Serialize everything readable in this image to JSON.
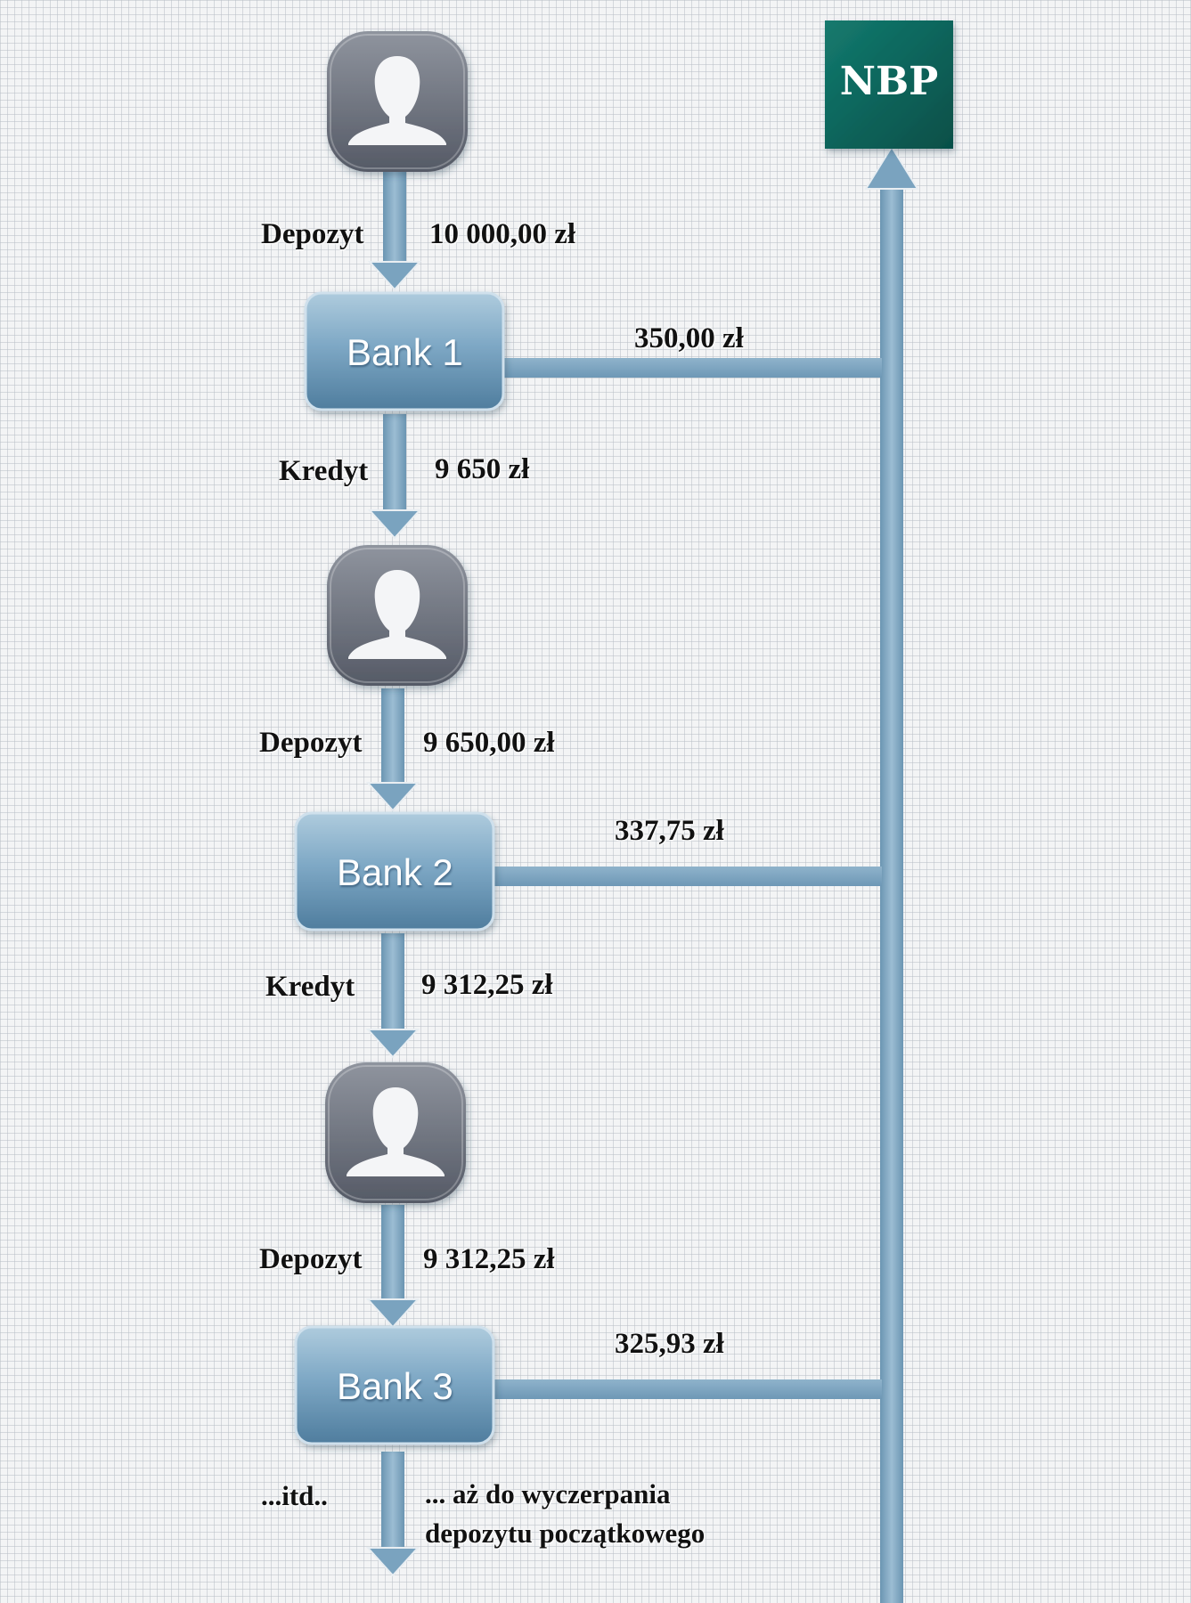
{
  "nbp": {
    "label": "NBP"
  },
  "nodes": [
    {
      "id": "person-1",
      "type": "person"
    },
    {
      "id": "bank-1",
      "type": "bank",
      "label": "Bank 1"
    },
    {
      "id": "person-2",
      "type": "person"
    },
    {
      "id": "bank-2",
      "type": "bank",
      "label": "Bank 2"
    },
    {
      "id": "person-3",
      "type": "person"
    },
    {
      "id": "bank-3",
      "type": "bank",
      "label": "Bank 3"
    }
  ],
  "flows": [
    {
      "kind": "Depozyt",
      "amount": "10 000,00 zł"
    },
    {
      "kind": "Kredyt",
      "amount": "9 650 zł"
    },
    {
      "kind": "Depozyt",
      "amount": "9 650,00 zł"
    },
    {
      "kind": "Kredyt",
      "amount": "9 312,25 zł"
    },
    {
      "kind": "Depozyt",
      "amount": "9 312,25 zł"
    }
  ],
  "reserves": [
    {
      "amount": "350,00 zł"
    },
    {
      "amount": "337,75 zł"
    },
    {
      "amount": "325,93 zł"
    }
  ],
  "ending": {
    "left": "...itd..",
    "right_line1": "... aż do wyczerpania",
    "right_line2": "depozytu początkowego"
  },
  "colors": {
    "nbp": "#0d6d62",
    "bank": "#6f9dba",
    "arrow": "#7aa3bf",
    "person_tile": "#6f7480"
  }
}
